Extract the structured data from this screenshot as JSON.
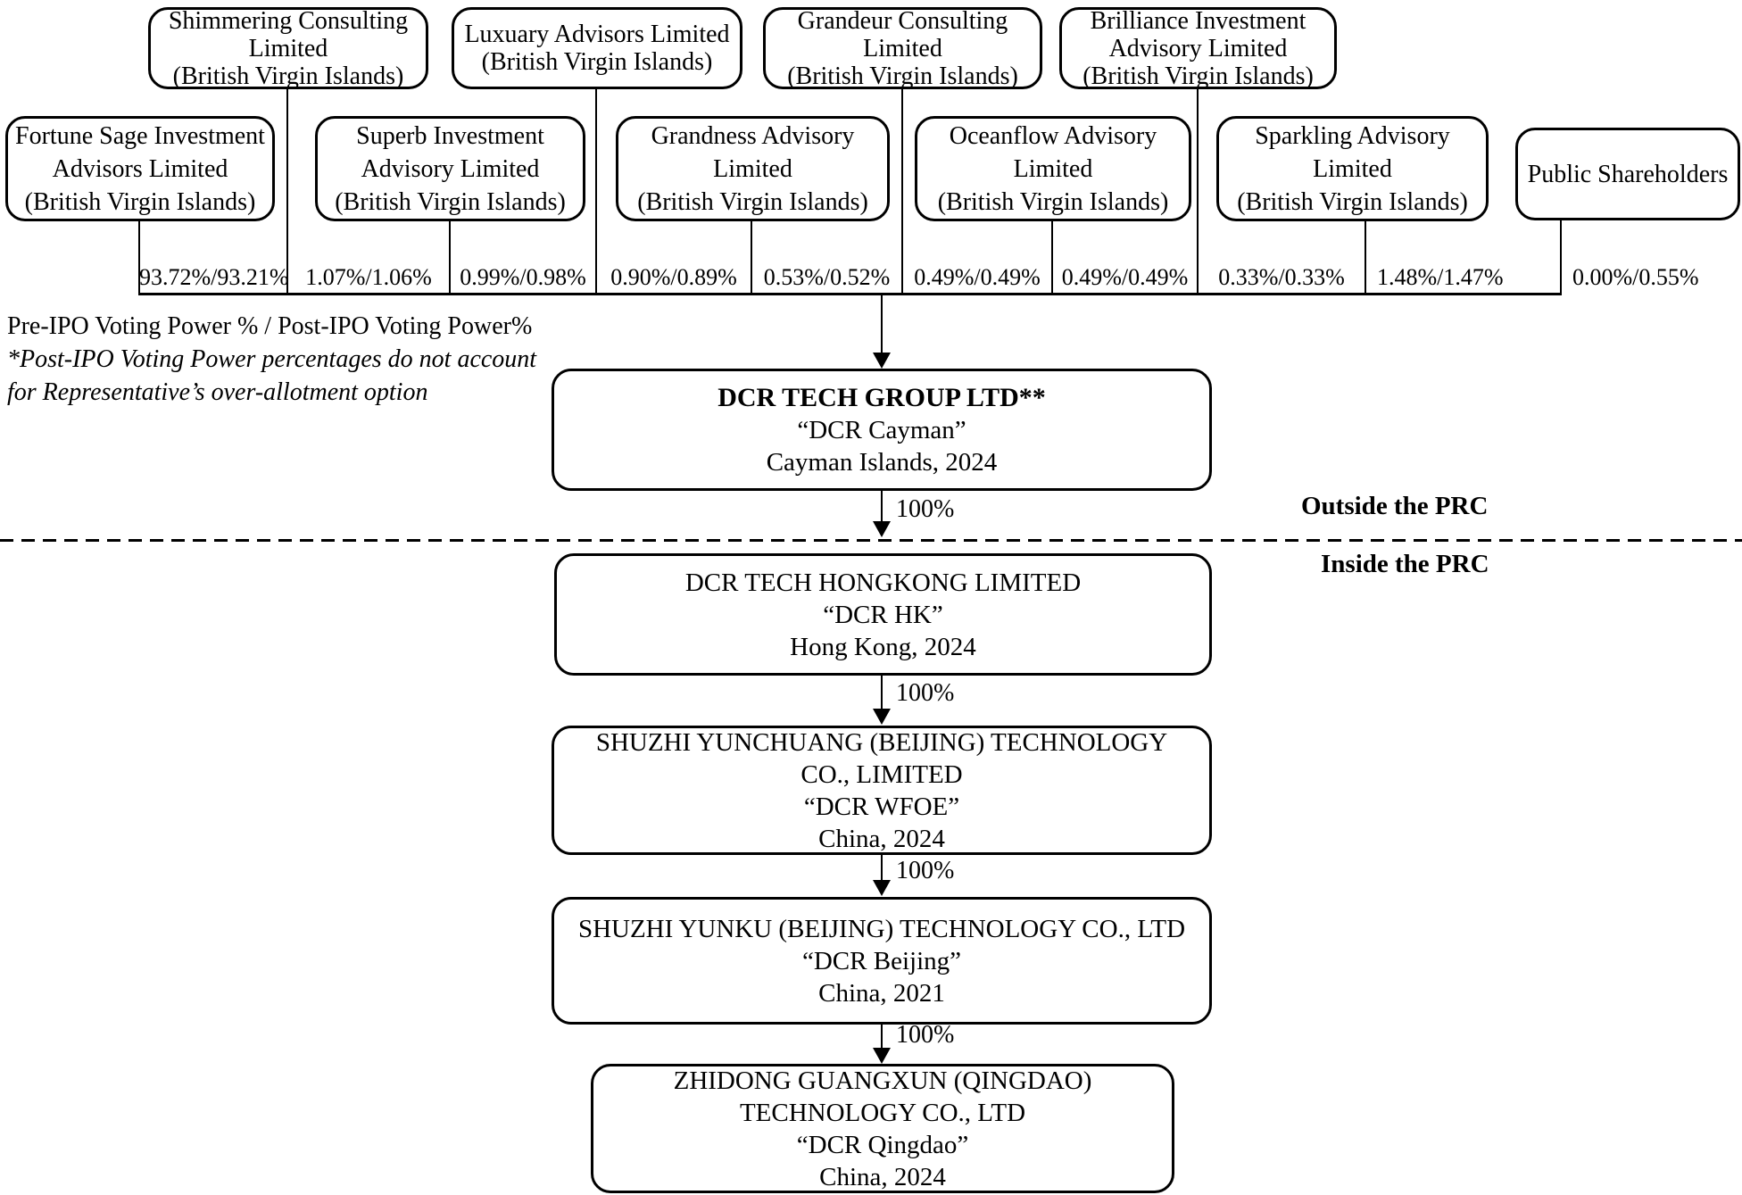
{
  "note": {
    "line1": "Pre-IPO Voting Power % / Post-IPO Voting Power%",
    "line2": "*Post-IPO Voting Power percentages do not account",
    "line3": "for Representative’s over-allotment option"
  },
  "regions": {
    "outside": "Outside the PRC",
    "inside": "Inside the PRC"
  },
  "shareholders": [
    {
      "id": "fortune-sage",
      "name": [
        "Fortune Sage Investment",
        "Advisors Limited",
        "(British Virgin Islands)"
      ],
      "voting": "93.72%/93.21%"
    },
    {
      "id": "shimmering",
      "name": [
        "Shimmering Consulting",
        "Limited",
        "(British Virgin Islands)"
      ],
      "voting": "1.07%/1.06%"
    },
    {
      "id": "superb",
      "name": [
        "Superb Investment",
        "Advisory Limited",
        "(British Virgin Islands)"
      ],
      "voting": "0.99%/0.98%"
    },
    {
      "id": "luxuary",
      "name": [
        "Luxuary Advisors Limited",
        "(British Virgin Islands)"
      ],
      "voting": "0.90%/0.89%"
    },
    {
      "id": "grandness",
      "name": [
        "Grandness Advisory",
        "Limited",
        "(British Virgin Islands)"
      ],
      "voting": "0.53%/0.52%"
    },
    {
      "id": "grandeur",
      "name": [
        "Grandeur Consulting",
        "Limited",
        "(British Virgin Islands)"
      ],
      "voting": "0.49%/0.49%"
    },
    {
      "id": "oceanflow",
      "name": [
        "Oceanflow Advisory",
        "Limited",
        "(British Virgin Islands)"
      ],
      "voting": "0.49%/0.49%"
    },
    {
      "id": "brilliance",
      "name": [
        "Brilliance Investment",
        "Advisory Limited",
        "(British Virgin Islands)"
      ],
      "voting": "0.33%/0.33%"
    },
    {
      "id": "sparkling",
      "name": [
        "Sparkling Advisory",
        "Limited",
        "(British Virgin Islands)"
      ],
      "voting": "1.48%/1.47%"
    },
    {
      "id": "public-shareholders",
      "name": [
        "Public Shareholders"
      ],
      "voting": "0.00%/0.55%"
    }
  ],
  "chain": [
    {
      "id": "dcr-cayman",
      "name": [
        "DCR TECH GROUP LTD**"
      ],
      "alias": "“DCR Cayman”",
      "origin": "Cayman Islands, 2024",
      "ownership_of_next": "100%"
    },
    {
      "id": "dcr-hk",
      "name": [
        "DCR TECH HONGKONG LIMITED"
      ],
      "alias": "“DCR HK”",
      "origin": "Hong Kong, 2024",
      "ownership_of_next": "100%"
    },
    {
      "id": "dcr-wfoe",
      "name": [
        "SHUZHI YUNCHUANG (BEIJING) TECHNOLOGY",
        "CO., LIMITED"
      ],
      "alias": "“DCR WFOE”",
      "origin": "China, 2024",
      "ownership_of_next": "100%"
    },
    {
      "id": "dcr-beijing",
      "name": [
        "SHUZHI YUNKU (BEIJING) TECHNOLOGY CO., LTD"
      ],
      "alias": "“DCR Beijing”",
      "origin": "China, 2021",
      "ownership_of_next": "100%"
    },
    {
      "id": "dcr-qingdao",
      "name": [
        "ZHIDONG GUANGXUN (QINGDAO)",
        "TECHNOLOGY CO., LTD"
      ],
      "alias": "“DCR Qingdao”",
      "origin": "China, 2024"
    }
  ]
}
